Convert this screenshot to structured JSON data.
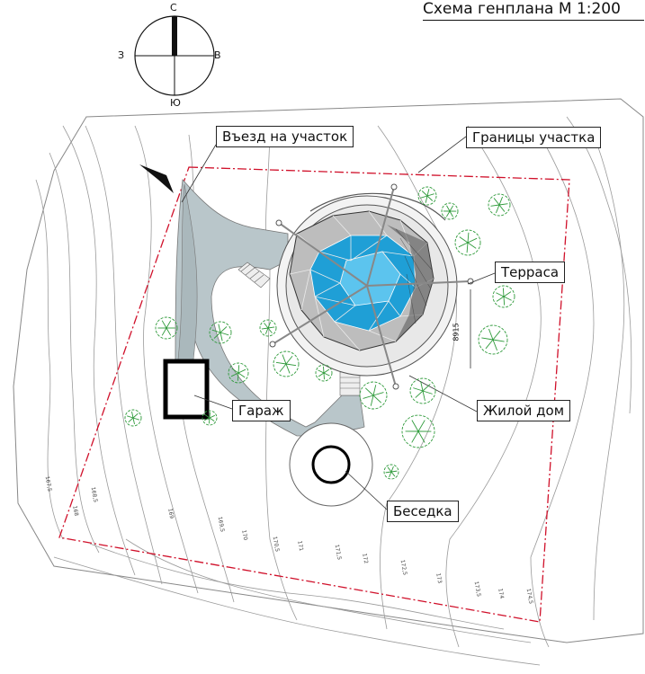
{
  "title": "Схема генплана М 1:200",
  "compass": {
    "north": "С",
    "south": "Ю",
    "west": "З",
    "east": "В"
  },
  "labels": {
    "entrance": "Въезд на участок",
    "boundary": "Границы участка",
    "terrace": "Терраса",
    "house": "Жилой дом",
    "garage": "Гараж",
    "gazebo": "Беседка"
  },
  "dimension": "8915",
  "contour_marks": [
    "167,5",
    "168",
    "168,5",
    "169",
    "169,5",
    "170",
    "170,5",
    "171",
    "171,5",
    "172",
    "172,5",
    "173",
    "173,5",
    "174",
    "174,5"
  ],
  "colors": {
    "boundary": "#d0102a",
    "road": "#b9c6ca",
    "dome_blue": "#1f9fd6",
    "dome_grey": "#9a9a9a",
    "vegetation": "#2e9a3a"
  }
}
